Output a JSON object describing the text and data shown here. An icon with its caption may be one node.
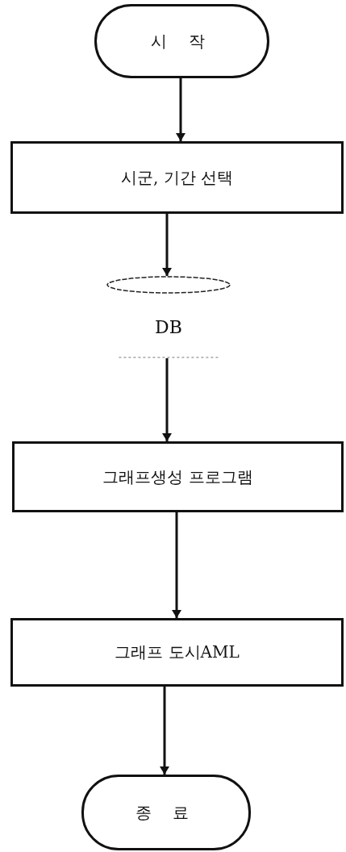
{
  "diagram": {
    "nodes": [
      {
        "text": [
          "시 작"
        ]
      },
      {
        "text": [
          "시군, 기간 선택"
        ]
      },
      {
        "text": [
          "DB"
        ]
      },
      {
        "text": [
          "그래프생성 프로그램"
        ]
      },
      {
        "text": [
          "그래프 도시AML"
        ]
      },
      {
        "text": [
          "종 료"
        ]
      }
    ],
    "edges": [
      {
        "from": 0,
        "to": 1,
        "arrow": "to"
      },
      {
        "from": 1,
        "to": 2,
        "arrow": "to"
      },
      {
        "from": 2,
        "to": 3,
        "arrow": "to"
      },
      {
        "from": 3,
        "to": 4,
        "arrow": "to"
      },
      {
        "from": 4,
        "to": 5,
        "arrow": "to"
      }
    ]
  }
}
